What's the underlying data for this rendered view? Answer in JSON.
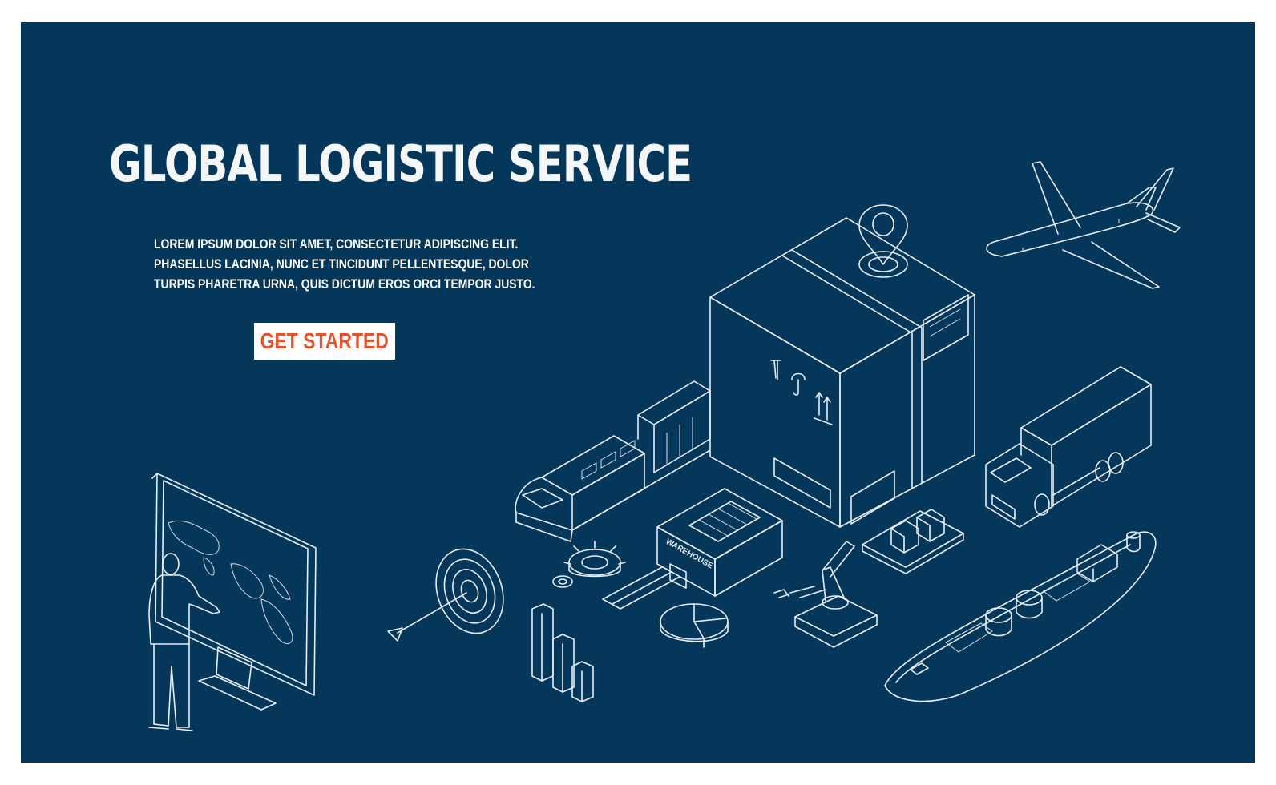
{
  "hero": {
    "title": "GLOBAL LOGISTIC SERVICE",
    "description_lines": [
      "LOREM IPSUM DOLOR SIT AMET, CONSECTETUR ADIPISCING ELIT.",
      "PHASELLUS LACINIA, NUNC ET TINCIDUNT PELLENTESQUE, DOLOR",
      "TURPIS PHARETRA URNA, QUIS DICTUM EROS ORCI TEMPOR JUSTO."
    ],
    "cta_label": "GET STARTED"
  },
  "illustration": {
    "warehouse_label": "WAREHOUSE",
    "icons": [
      "monitor-world-map-icon",
      "businessman-icon",
      "target-arrow-icon",
      "bar-chart-icon",
      "gears-icon",
      "warehouse-icon",
      "pie-chart-icon",
      "robot-arm-icon",
      "pallet-boxes-icon",
      "cargo-box-icon",
      "location-pin-icon",
      "airplane-icon",
      "truck-icon",
      "train-icon",
      "cargo-ship-icon"
    ]
  },
  "colors": {
    "background": "#04375a",
    "outer_frame": "#ffffff",
    "text": "#ffffff",
    "cta_background": "#ffffff",
    "cta_text": "#e0552e",
    "line_art": "#e8eef4"
  }
}
